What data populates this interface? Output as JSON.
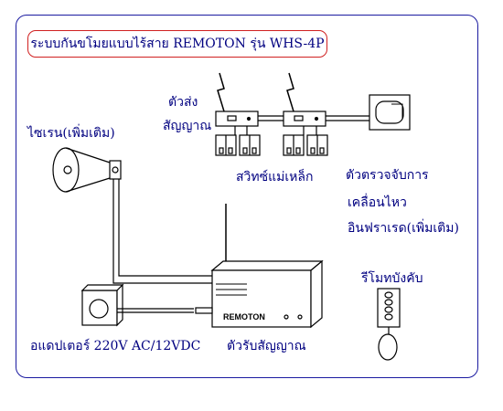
{
  "title": "ระบบกันขโมยแบบไร้สาย REMOTON รุ่น WHS-4P",
  "labels": {
    "transmitter": [
      "ตัวส่ง",
      "สัญญาณ"
    ],
    "siren": "ไซเรน(เพิ่มเติม)",
    "magnetic_switch": "สวิทซ์แม่เหล็ก",
    "motion_sensor": [
      "ตัวตรวจจับการ",
      "เคลื่อนไหว",
      "อินฟราเรด(เพิ่มเติม)"
    ],
    "remote": "รีโมทบังคับ",
    "adapter": "อแดปเตอร์ 220V AC/12VDC",
    "receiver": "ตัวรับสัญญาณ",
    "brand_on_receiver": "REMOTON"
  },
  "colors": {
    "text": "#000080",
    "title_border": "#d02020",
    "frame_border": "#1a1aa0"
  }
}
